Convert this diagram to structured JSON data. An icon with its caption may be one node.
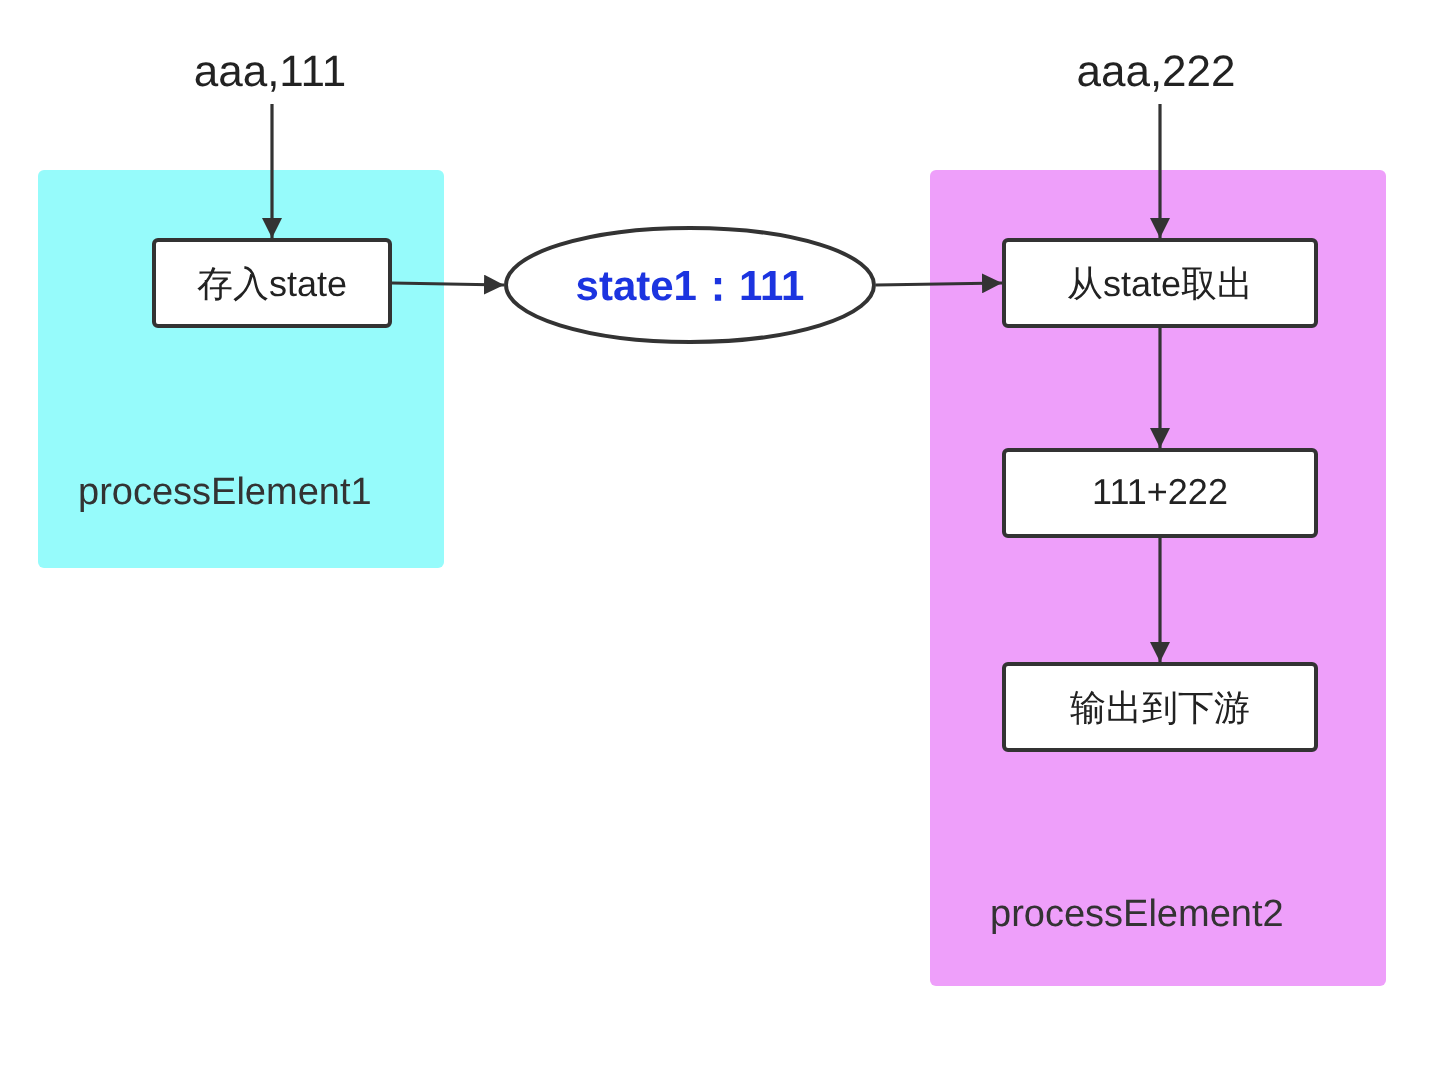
{
  "diagram": {
    "nodes": [
      {
        "text": [
          "aaa,111"
        ]
      },
      {
        "text": [
          "processElement1"
        ]
      },
      {
        "text": [
          "存入state"
        ],
        "in": 1
      },
      {
        "text": [
          "state1：111"
        ]
      },
      {
        "text": [
          "aaa,222"
        ]
      },
      {
        "text": [
          "processElement2"
        ]
      },
      {
        "text": [
          "从state取出"
        ],
        "in": 5
      },
      {
        "text": [
          "111+222"
        ],
        "in": 5
      },
      {
        "text": [
          "输出到下游"
        ],
        "in": 5
      }
    ],
    "edges": [
      {
        "from": 0,
        "to": 2,
        "arrow": "to"
      },
      {
        "from": 2,
        "to": 3,
        "arrow": "to"
      },
      {
        "from": 3,
        "to": 6,
        "arrow": "to"
      },
      {
        "from": 4,
        "to": 6,
        "arrow": "to"
      },
      {
        "from": 6,
        "to": 7,
        "arrow": "to"
      },
      {
        "from": 7,
        "to": 8,
        "arrow": "to"
      }
    ]
  }
}
